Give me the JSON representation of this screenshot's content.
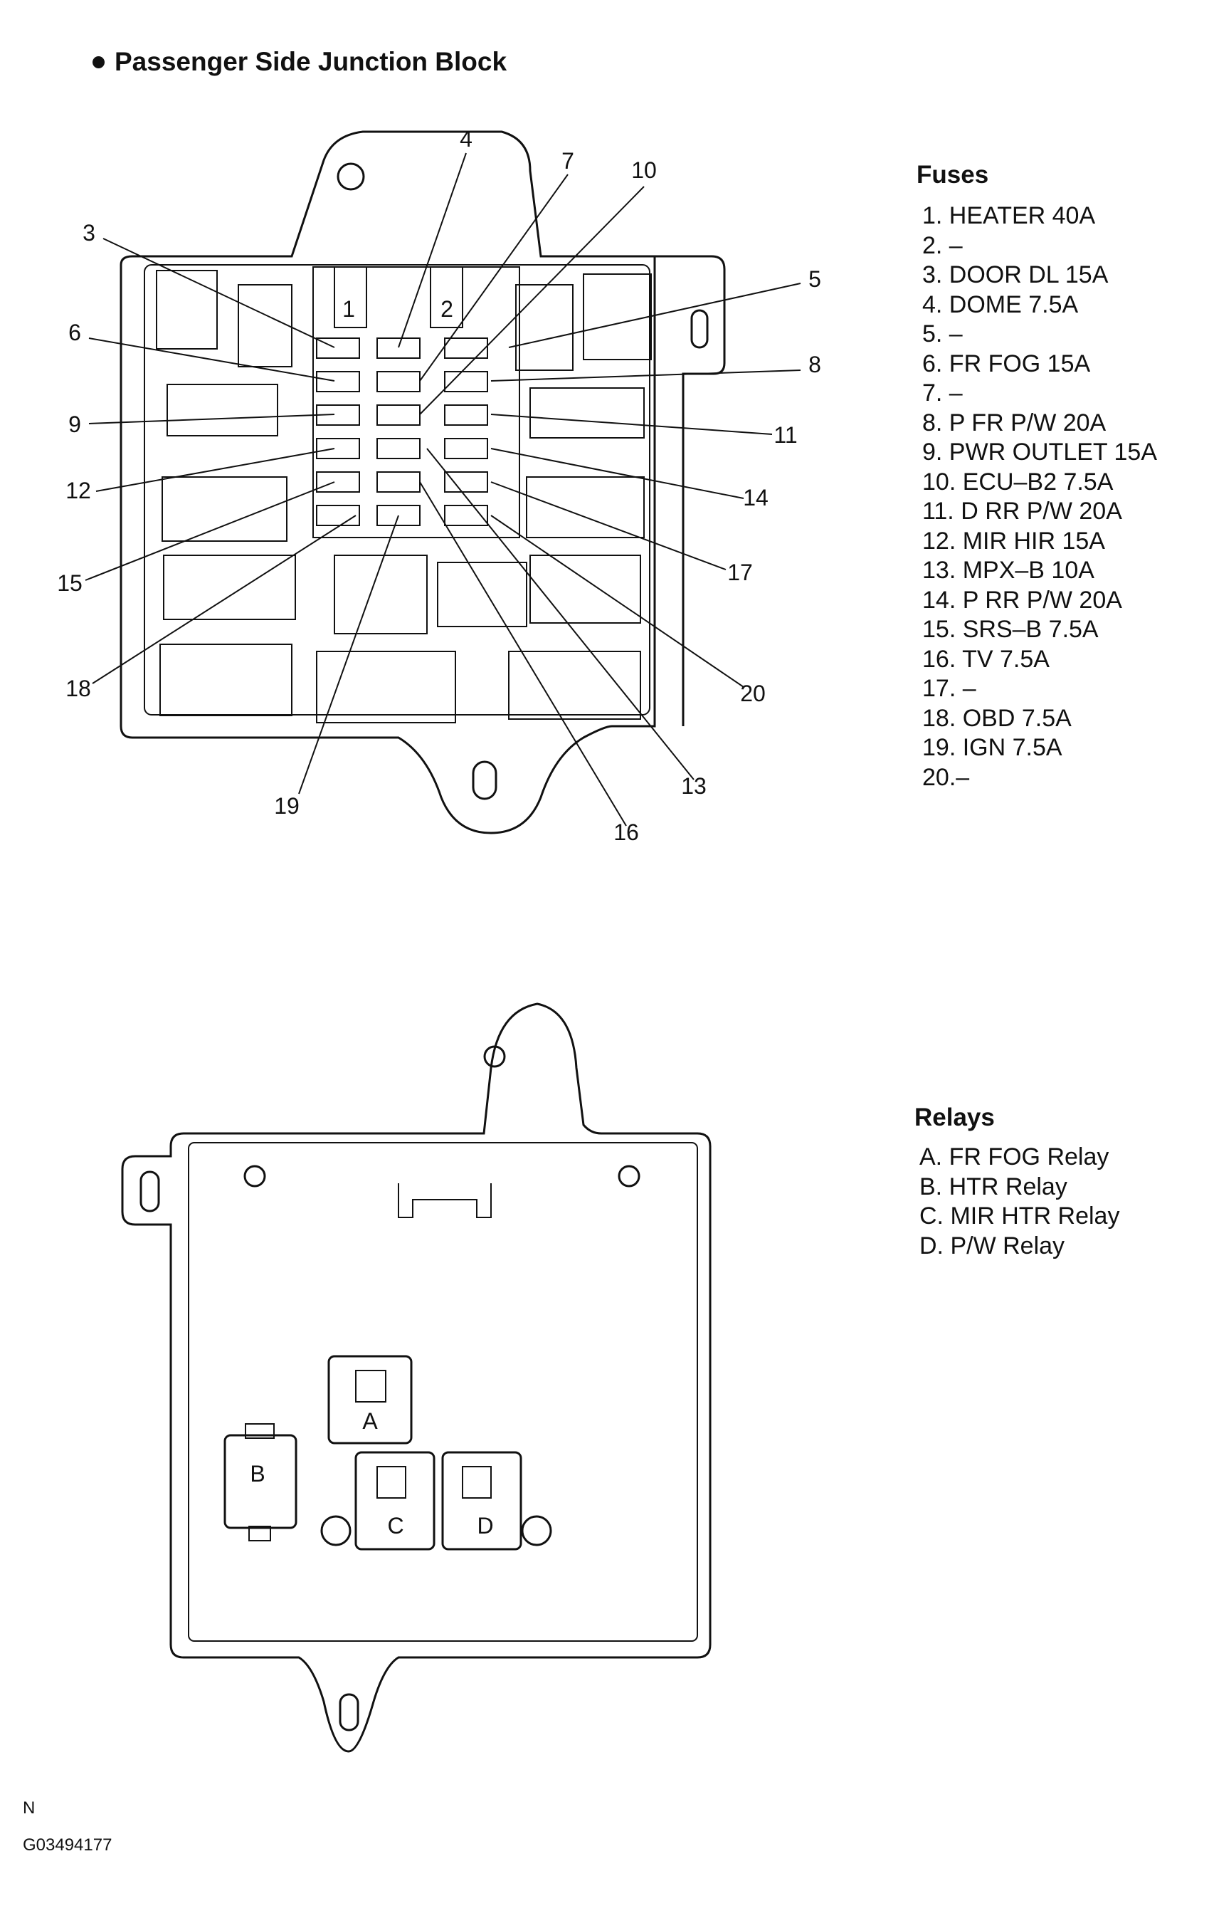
{
  "title": "Passenger Side Junction Block",
  "fuses": {
    "heading": "Fuses",
    "items": [
      "1. HEATER 40A",
      "2. –",
      "3. DOOR DL 15A",
      "4. DOME 7.5A",
      "5. –",
      "6. FR FOG 15A",
      "7. –",
      "8. P FR P/W 20A",
      "9. PWR OUTLET 15A",
      "10. ECU–B2 7.5A",
      "11. D RR P/W 20A",
      "12. MIR HIR 15A",
      "13. MPX–B 10A",
      "14. P RR P/W 20A",
      "15. SRS–B 7.5A",
      "16. TV 7.5A",
      "17. –",
      "18. OBD 7.5A",
      "19. IGN 7.5A",
      "20.–"
    ]
  },
  "relays": {
    "heading": "Relays",
    "items": [
      "A. FR FOG Relay",
      "B. HTR Relay",
      "C. MIR HTR Relay",
      "D. P/W Relay"
    ]
  },
  "diagram_top": {
    "callouts": [
      "1",
      "2",
      "3",
      "4",
      "5",
      "6",
      "7",
      "8",
      "9",
      "10",
      "11",
      "12",
      "13",
      "14",
      "15",
      "16",
      "17",
      "18",
      "19",
      "20"
    ]
  },
  "diagram_bottom": {
    "relay_labels": [
      "A",
      "B",
      "C",
      "D"
    ]
  },
  "footer": {
    "letter": "N",
    "code": "G03494177"
  }
}
